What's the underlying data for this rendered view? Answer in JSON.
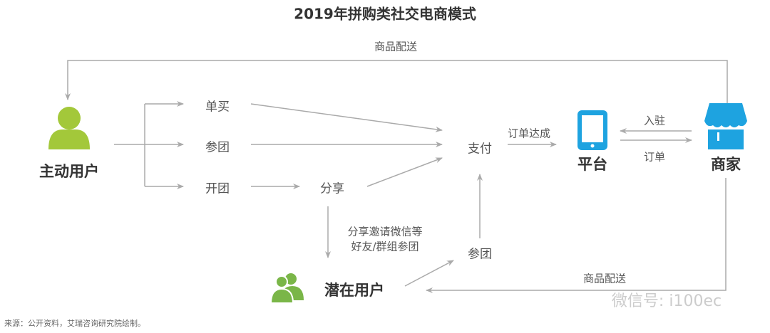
{
  "title": "2019年拼购类社交电商模式",
  "colors": {
    "green": "#a3c83a",
    "green2": "#7ab648",
    "blue": "#1ea3e0",
    "line": "#aaaaaa"
  },
  "nodes": {
    "active_user": "主动用户",
    "single_buy": "单买",
    "join_group": "参团",
    "open_group": "开团",
    "share": "分享",
    "pay": "支付",
    "platform": "平台",
    "merchant": "商家",
    "potential_user": "潜在用户",
    "join_group2": "参团"
  },
  "edges": {
    "delivery_top": "商品配送",
    "order_done": "订单达成",
    "settle": "入驻",
    "order": "订单",
    "share_invite_1": "分享邀请微信等",
    "share_invite_2": "好友/群组参团",
    "delivery_bottom": "商品配送"
  },
  "source": "来源：公开资料，艾瑞咨询研究院绘制。",
  "watermark": "微信号: i100ec"
}
